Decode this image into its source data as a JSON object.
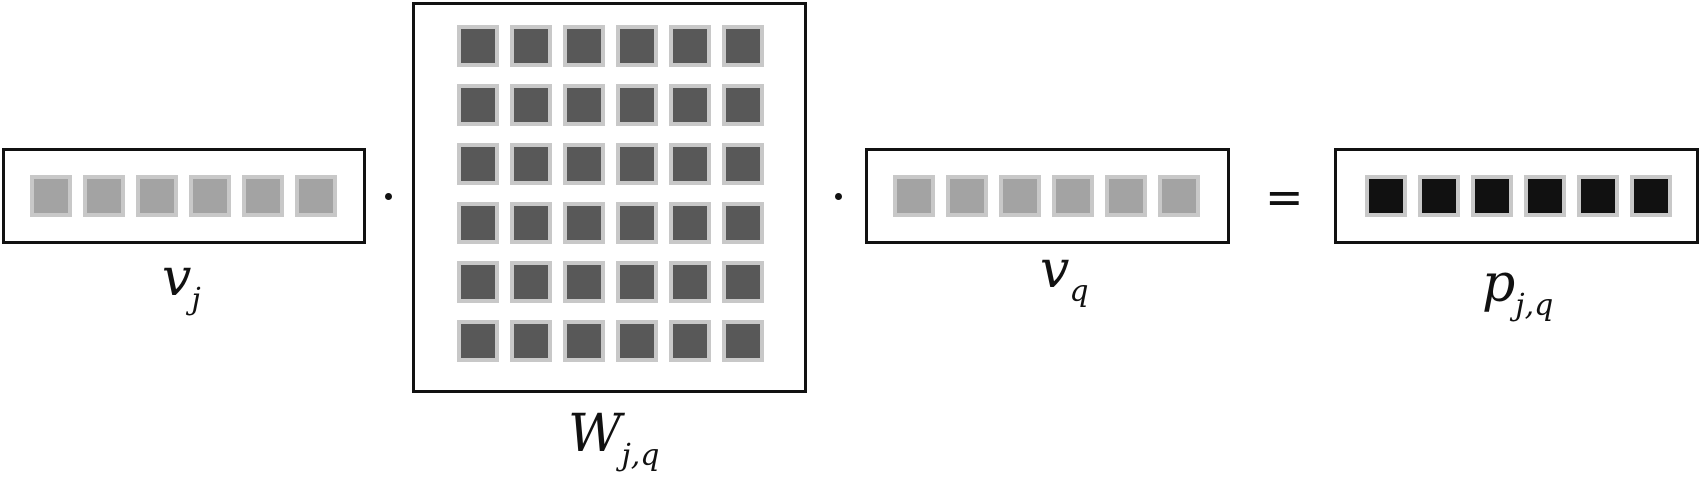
{
  "diagram": {
    "left_vector": {
      "label_main": "v",
      "label_sub": "j",
      "length": 6,
      "fill_color": "#a3a3a3",
      "border_color": "#c8c8c8"
    },
    "matrix": {
      "label_main": "W",
      "label_sub": "j,q",
      "rows": 6,
      "cols": 6,
      "fill_color": "#585858",
      "border_color": "#c8c8c8"
    },
    "right_vector": {
      "label_main": "v",
      "label_sub": "q",
      "length": 6,
      "fill_color": "#a3a3a3",
      "border_color": "#c8c8c8"
    },
    "result_vector": {
      "label_main": "p",
      "label_sub": "j,q",
      "length": 6,
      "fill_color": "#111111",
      "border_color": "#c8c8c8"
    },
    "operators": {
      "multiply_1": "·",
      "multiply_2": "·",
      "equals": "="
    }
  }
}
